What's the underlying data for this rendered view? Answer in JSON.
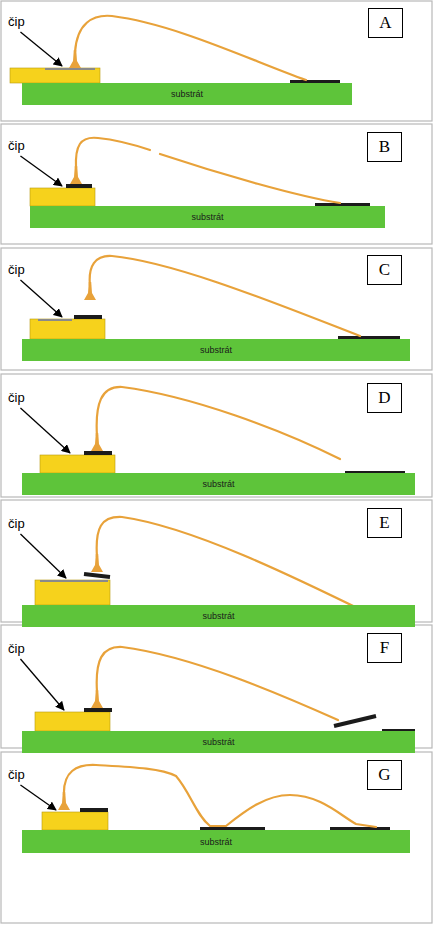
{
  "diagram": {
    "nodes": [
      {
        "text": [
          "A"
        ]
      },
      {
        "text": [
          "substrát"
        ]
      },
      {
        "text": [
          "B"
        ]
      },
      {
        "text": [
          "substrát"
        ]
      },
      {
        "text": [
          "C"
        ]
      },
      {
        "text": [
          "substrát"
        ]
      },
      {
        "text": [
          "D"
        ]
      },
      {
        "text": [
          "substrát"
        ]
      },
      {
        "text": [
          "E"
        ]
      },
      {
        "text": [
          "substrát"
        ]
      },
      {
        "text": [
          "F"
        ]
      },
      {
        "text": [
          "substrát"
        ]
      },
      {
        "text": [
          "G"
        ]
      },
      {
        "text": [
          "substrát"
        ]
      }
    ],
    "labels": [
      "čip",
      "čip",
      "čip",
      "čip",
      "čip",
      "čip",
      "čip"
    ]
  }
}
